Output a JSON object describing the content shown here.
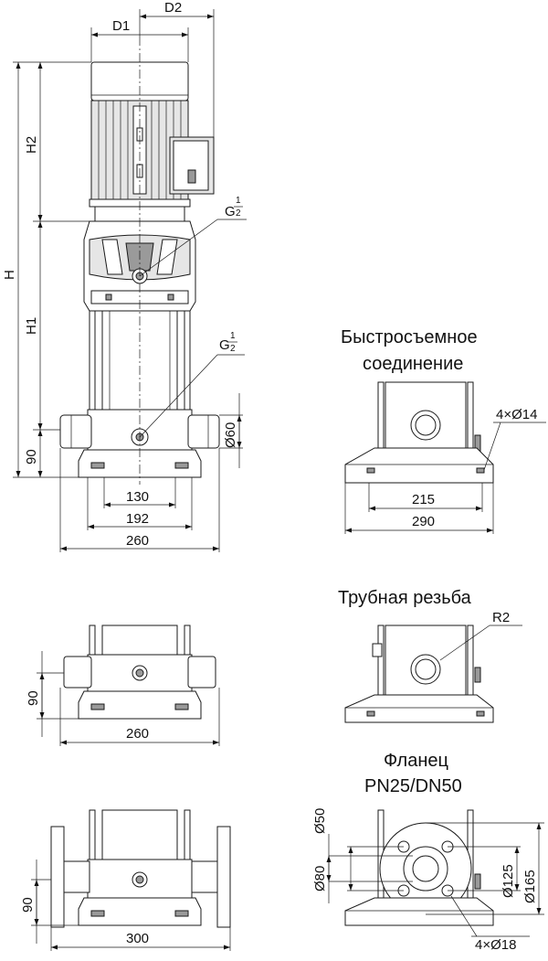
{
  "views": {
    "main": {
      "dims": {
        "D1": "D1",
        "D2": "D2",
        "H": "H",
        "H1": "H1",
        "H2": "H2",
        "h90": "90",
        "w130": "130",
        "w192": "192",
        "w260": "260",
        "d60": "Ø60",
        "g_top": "G",
        "g_top_frac_num": "1",
        "g_top_frac_den": "2",
        "g_mid": "G",
        "g_mid_frac_num": "1",
        "g_mid_frac_den": "2"
      }
    },
    "quick": {
      "title_line1": "Быстросъемное",
      "title_line2": "соединение",
      "holes": "4×Ø14",
      "w215": "215",
      "w290": "290"
    },
    "thread": {
      "title": "Трубная резьба",
      "r2": "R2",
      "h90": "90",
      "w260": "260"
    },
    "flange": {
      "title_line1": "Фланец",
      "title_line2": "PN25/DN50",
      "d50": "Ø50",
      "d80": "Ø80",
      "d125": "Ø125",
      "d165": "Ø165",
      "holes": "4×Ø18",
      "h90": "90",
      "w300": "300"
    }
  }
}
